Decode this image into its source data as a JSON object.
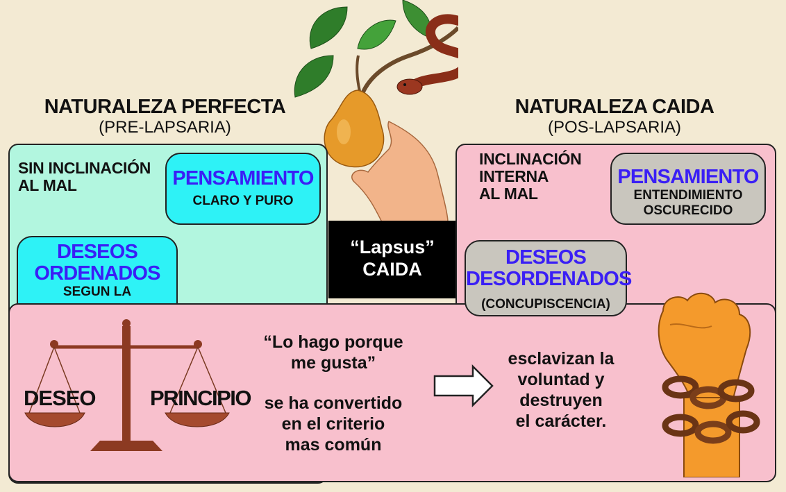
{
  "left": {
    "title": "NATURALEZA PERFECTA",
    "subtitle": "(PRE-LAPSARIA)",
    "inclination": [
      "SIN INCLINACIÓN",
      "AL MAL"
    ],
    "thought": {
      "head": "PENSAMIENTO",
      "text": "CLARO Y PURO"
    },
    "desires": {
      "head": [
        "DESEOS",
        "ORDENADOS"
      ],
      "text": "SEGUN LA"
    }
  },
  "right": {
    "title": "NATURALEZA CAIDA",
    "subtitle": "(POS-LAPSARIA)",
    "inclination": [
      "INCLINACIÓN",
      "INTERNA",
      "AL MAL"
    ],
    "thought": {
      "head": "PENSAMIENTO",
      "text": [
        "ENTENDIMIENTO",
        "OSCURECIDO"
      ]
    },
    "desires": {
      "head": [
        "DESEOS",
        "DESORDENADOS"
      ],
      "text": "(CONCUPISCENCIA)"
    }
  },
  "center": {
    "line1": "“Lapsus”",
    "line2": "CAIDA"
  },
  "bottom": {
    "scale_left": "DESEO",
    "scale_right": "PRINCIPIO",
    "quote": [
      "“Lo hago porque",
      "me gusta”"
    ],
    "criterion": [
      "se ha convertido",
      "en el criterio",
      "mas común"
    ],
    "result": [
      "esclavizan la",
      "voluntad y",
      "destruyen",
      "el carácter."
    ]
  },
  "colors": {
    "cyan_panel": "#b2f6df",
    "pink_panel": "#f8c0cd",
    "cyan_box": "#2ef2f6",
    "gray_box": "#c9c6be",
    "blue_text": "#3a1ff5"
  },
  "icons": [
    "apple-hand-serpent-illustration",
    "balance-scale-icon",
    "arrow-right-icon",
    "chained-fist-icon"
  ]
}
